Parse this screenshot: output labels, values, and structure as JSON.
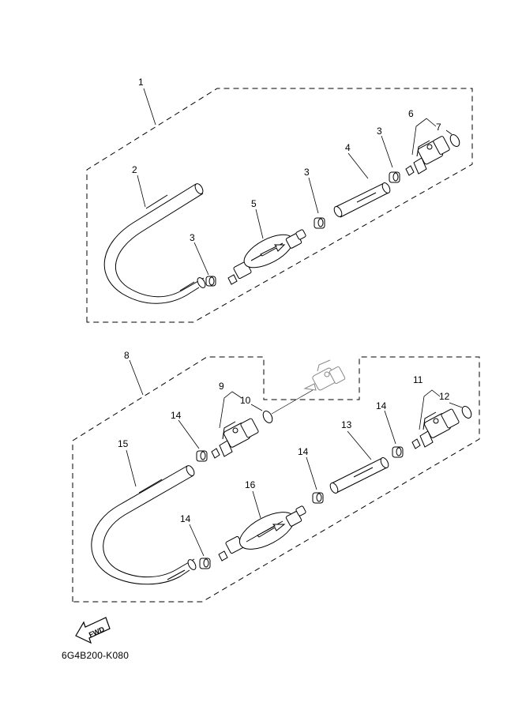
{
  "labels": {
    "n1": "1",
    "n2": "2",
    "n3a": "3",
    "n3b": "3",
    "n3c": "3",
    "n4": "4",
    "n5": "5",
    "n6": "6",
    "n7": "7",
    "n8": "8",
    "n9": "9",
    "n10": "10",
    "n11": "11",
    "n12": "12",
    "n13": "13",
    "n14a": "14",
    "n14b": "14",
    "n14c": "14",
    "n14d": "14",
    "n15": "15",
    "n16": "16"
  },
  "fwd_label": "FWD",
  "diagram_code": "6G4B200-K080"
}
